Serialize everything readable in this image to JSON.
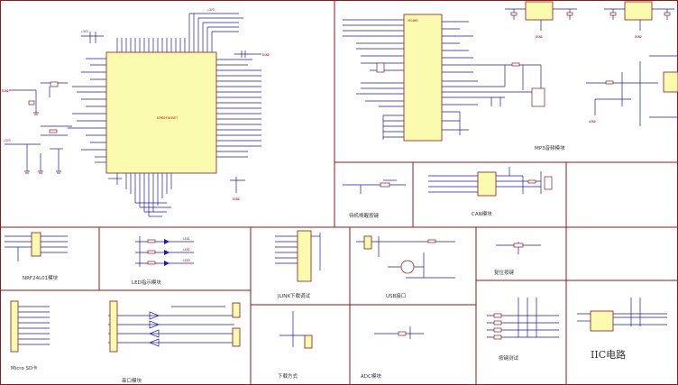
{
  "schematic": {
    "module_labels": {
      "mp3": "MP3音频模块",
      "can": "CAN模块",
      "standby": "待机唤醒按键",
      "nrf": "NRF24L01模块",
      "led": "LED指示模块",
      "jlink": "JLINK下载调试",
      "usb": "USB接口",
      "reset": "复位按键",
      "microsd": "Micro SD卡",
      "uart": "串口模块",
      "download": "下载方式",
      "adc": "ADC模块",
      "keys": "按键测试",
      "iic": "IIC电路"
    },
    "chip_labels": {
      "mcu": "STM32F103VET",
      "codec": "VS1003"
    },
    "net_labels": {
      "pwr": "+3V3",
      "gnd": "DGND",
      "agnd": "AGND"
    },
    "led_labels": [
      "LED1",
      "LED2",
      "LED3"
    ]
  }
}
